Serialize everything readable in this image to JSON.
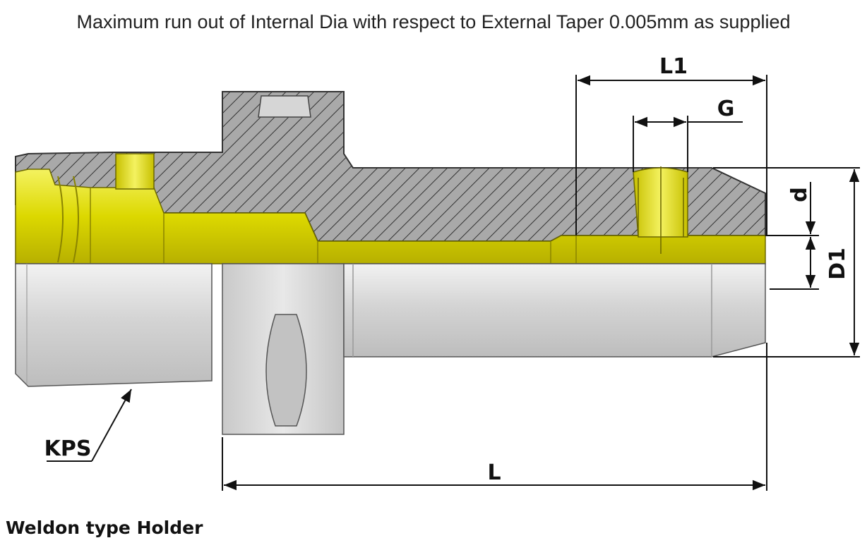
{
  "header": {
    "note": "Maximum run out of Internal Dia with respect to External Taper 0.005mm as supplied"
  },
  "footer": {
    "title": "Weldon type Holder"
  },
  "labels": {
    "L1": "L1",
    "G": "G",
    "d": "d",
    "D1": "D1",
    "L": "L",
    "KPS": "KPS"
  },
  "colors": {
    "section_fill": "#a6a6a6",
    "hatch": "#3a3a3a",
    "yellow": "#e3e100",
    "body_light": "#dcdcdc",
    "outline": "#222222"
  }
}
